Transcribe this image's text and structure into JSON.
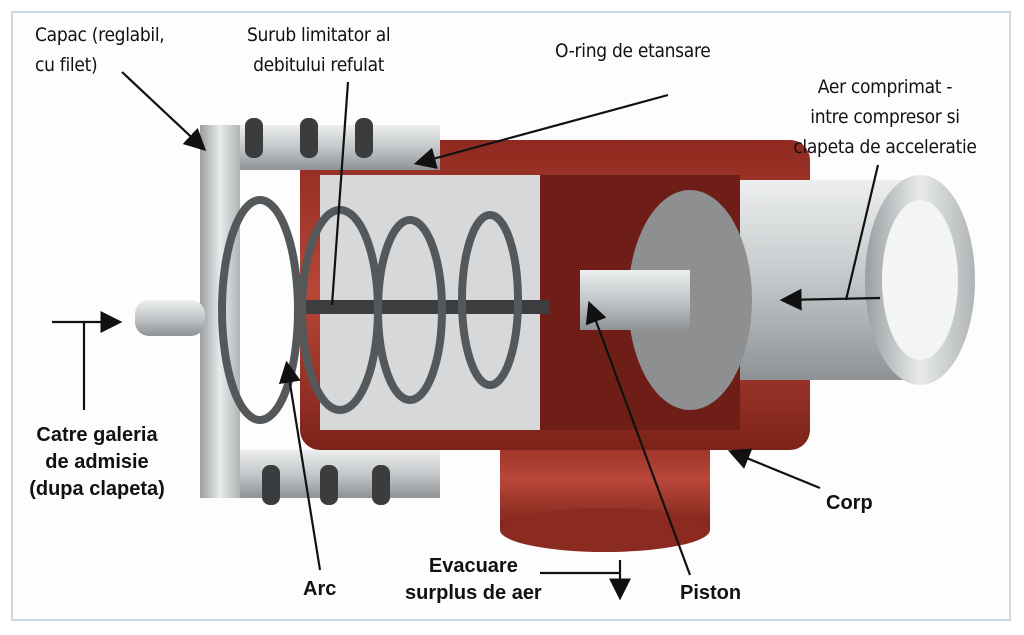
{
  "labels": {
    "capac": [
      "Capac (reglabil,",
      "cu filet)"
    ],
    "surub": [
      "Surub limitator al",
      "debitului refulat"
    ],
    "oring": "O-ring de etansare",
    "aer": [
      "Aer comprimat -",
      "intre compresor si",
      "clapeta de acceleratie"
    ],
    "catre": [
      "Catre galeria",
      "de admisie",
      "(dupa clapeta)"
    ],
    "corp": "Corp",
    "arc": "Arc",
    "evacuare": [
      "Evacuare",
      "surplus de aer"
    ],
    "piston": "Piston"
  },
  "colors": {
    "body_red": "#a8372a",
    "metal": "#c9ccce",
    "frame": "#cdd8e3"
  }
}
